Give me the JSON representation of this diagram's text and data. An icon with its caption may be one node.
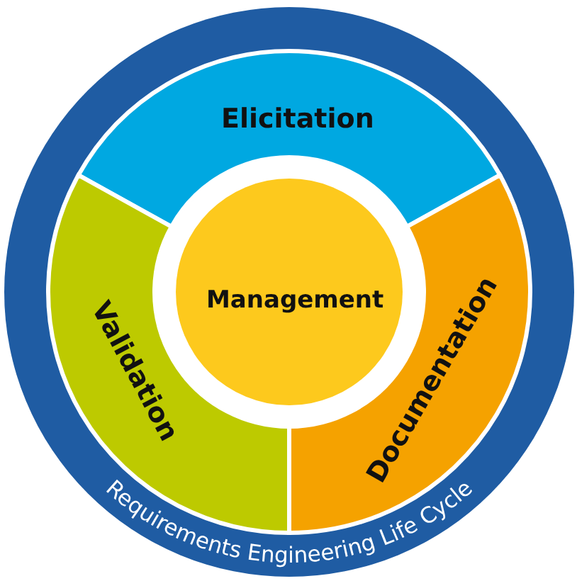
{
  "diagram": {
    "nodes": [
      {
        "text": [
          "Requirements Engineering Life Cycle"
        ]
      },
      {
        "text": [
          "Elicitation"
        ],
        "in": 0
      },
      {
        "text": [
          "Validation"
        ],
        "in": 0
      },
      {
        "text": [
          "Management"
        ],
        "in": 0
      },
      {
        "text": [
          "Documentation"
        ],
        "in": 0
      }
    ]
  }
}
